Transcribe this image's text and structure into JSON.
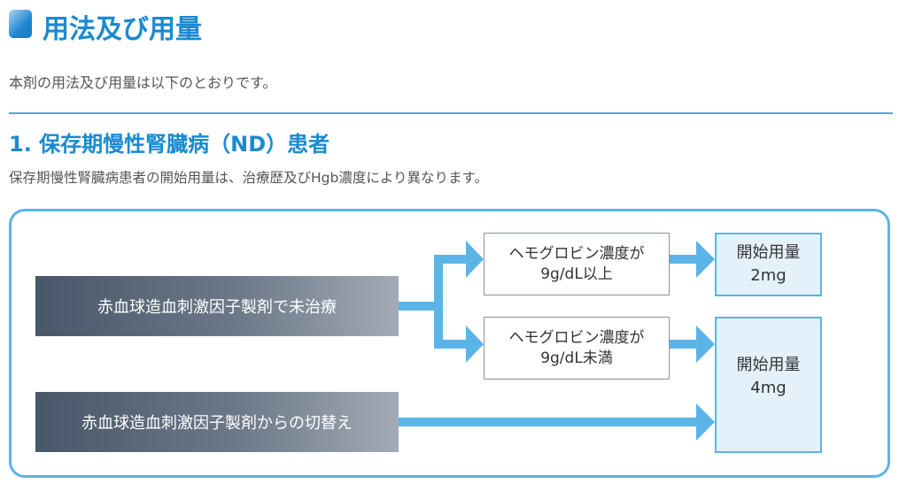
{
  "header": {
    "title": "用法及び用量",
    "intro": "本剤の用法及び用量は以下のとおりです。"
  },
  "section": {
    "heading": "1. 保存期慢性腎臓病（ND）患者",
    "description": "保存期慢性腎臓病患者の開始用量は、治療歴及びHgb濃度により異なります。"
  },
  "flow": {
    "sources": [
      "赤血球造血刺激因子製剤で未治療",
      "赤血球造血刺激因子製剤からの切替え"
    ],
    "conditions": [
      {
        "line1": "ヘモグロビン濃度が",
        "line2": "9g/dL以上"
      },
      {
        "line1": "ヘモグロビン濃度が",
        "line2": "9g/dL未満"
      }
    ],
    "results": [
      {
        "label": "開始用量",
        "dose": "2mg"
      },
      {
        "label": "開始用量",
        "dose": "4mg"
      }
    ]
  },
  "colors": {
    "accent": "#1a8ad0",
    "arrow": "#5ab4e8",
    "result_bg": "#e4f1fb"
  }
}
